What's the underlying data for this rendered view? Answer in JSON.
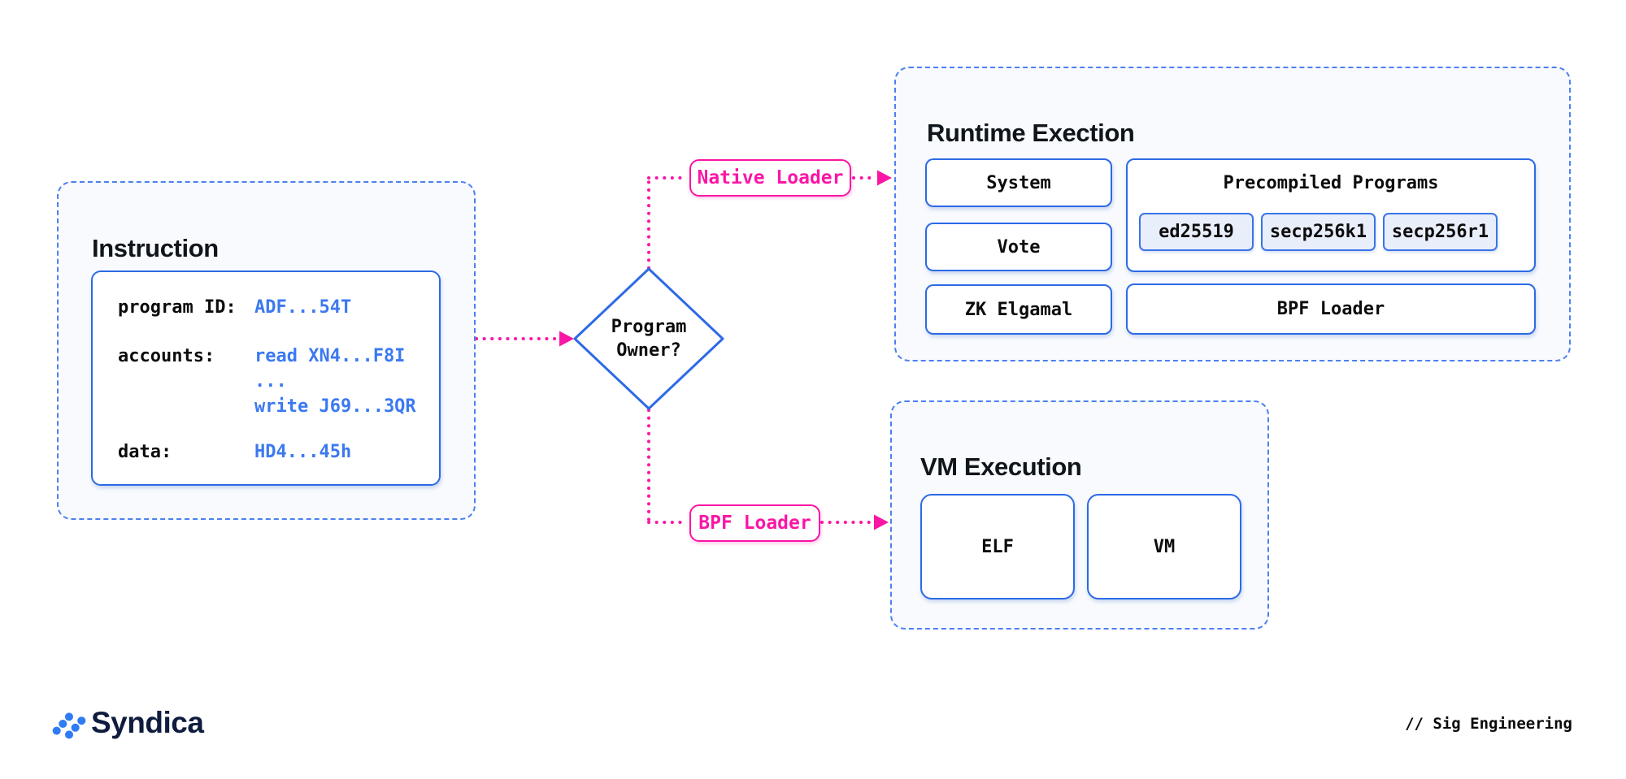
{
  "colors": {
    "blue_border": "#2c6ae6",
    "blue_dashed": "#4b80f0",
    "pink_accent": "#fa16a5",
    "value_blue": "#3b79f0",
    "panel_fill": "#f8fafd",
    "text_dark": "#0c0c0c",
    "brand_navy": "#101c3e",
    "brand_blue": "#2e7cf5"
  },
  "instruction": {
    "title": "Instruction",
    "rows": {
      "program": {
        "label": "program ID:",
        "value": "ADF...54T"
      },
      "accounts": {
        "label": "accounts:",
        "lines": [
          "read XN4...F8I",
          "...",
          "write J69...3QR"
        ]
      },
      "data": {
        "label": "data:",
        "value": "HD4...45h"
      }
    }
  },
  "decision": {
    "question_line1": "Program",
    "question_line2": "Owner?"
  },
  "branch_labels": {
    "native_loader": "Native Loader",
    "bpf_loader": "BPF Loader"
  },
  "runtime": {
    "title": "Runtime Exection",
    "programs": [
      "System",
      "Vote",
      "ZK Elgamal"
    ],
    "precompiled": {
      "title": "Precompiled Programs",
      "chips": [
        "ed25519",
        "secp256k1",
        "secp256r1"
      ]
    },
    "bpf_loader": "BPF Loader"
  },
  "vm_execution": {
    "title": "VM Execution",
    "boxes": [
      "ELF",
      "VM"
    ]
  },
  "footer": {
    "brand": "Syndica",
    "credit": "// Sig Engineering"
  }
}
